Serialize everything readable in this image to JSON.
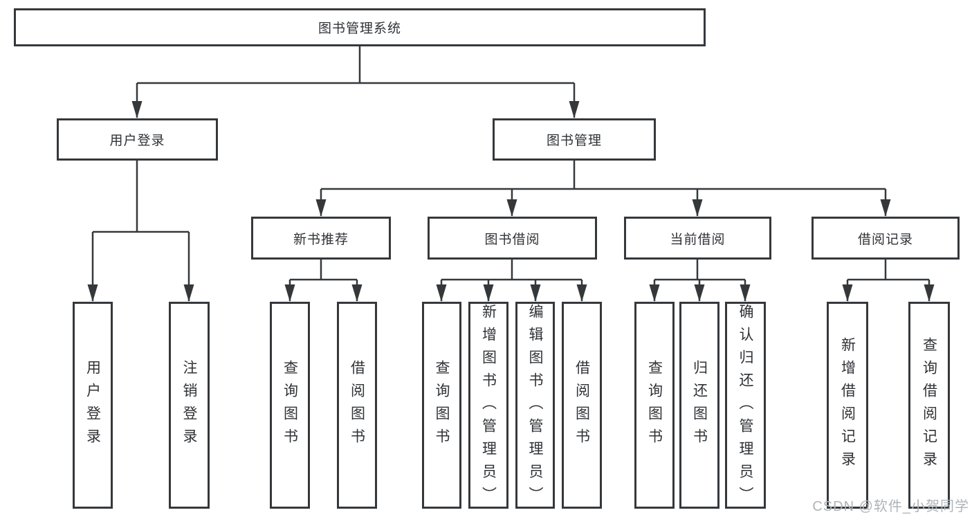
{
  "diagram": {
    "colors": {
      "line": "#35383b",
      "text": "#2f3236",
      "watermark": "#aeb4b9"
    },
    "tree": {
      "root": "图书管理系统",
      "level2": [
        "用户登录",
        "图书管理"
      ],
      "level3": [
        "新书推荐",
        "图书借阅",
        "当前借阅",
        "借阅记录"
      ],
      "leaves": {
        "login": [
          "用户登录",
          "注销登录"
        ],
        "recommend": [
          "查询图书",
          "借阅图书"
        ],
        "borrow": [
          "查询图书",
          "新增图书（管理员）",
          "编辑图书（管理员）",
          "借阅图书"
        ],
        "current": [
          "查询图书",
          "归还图书",
          "确认归还（管理员）"
        ],
        "records": [
          "新增借阅记录",
          "查询借阅记录"
        ]
      }
    },
    "watermark": "CSDN @软件_小贺同学"
  }
}
